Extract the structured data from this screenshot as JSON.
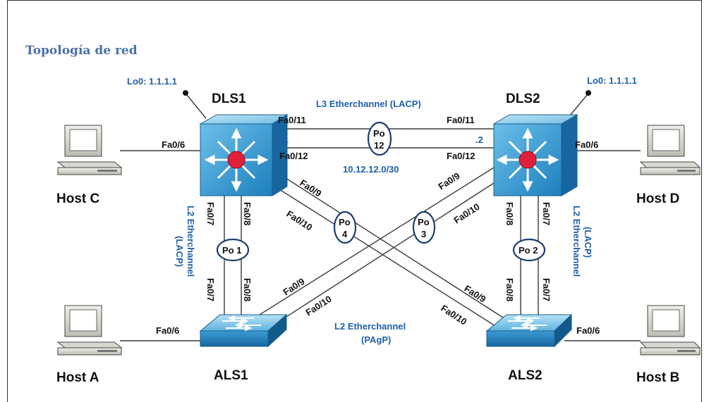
{
  "title": "Topología de red",
  "devices": {
    "dls1": "DLS1",
    "dls2": "DLS2",
    "als1": "ALS1",
    "als2": "ALS2",
    "host_a": "Host A",
    "host_b": "Host B",
    "host_c": "Host C",
    "host_d": "Host D"
  },
  "loopbacks": {
    "dls1": "Lo0: 1.1.1.1",
    "dls2": "Lo0: 1.1.1.1"
  },
  "links": {
    "l3_label": "L3 Etherchannel (LACP)",
    "l3_subnet": "10.12.12.0/30",
    "l3_ip_dls1": ".1",
    "l3_ip_dls2": ".2",
    "po12_a": "Po",
    "po12_b": "12",
    "po4_a": "Po",
    "po4_b": "4",
    "po3_a": "Po",
    "po3_b": "3",
    "po1": "Po 1",
    "po2": "Po 2",
    "pagp_l1": "L2 Etherchannel",
    "pagp_l2": "(PAgP)",
    "left_l1": "L2 Etherchannel",
    "left_l2": "(LACP)",
    "right_l1": "L2 Etherchannel",
    "right_l2": "(LACP)"
  },
  "ports": {
    "fa06": "Fa0/6",
    "fa07": "Fa0/7",
    "fa08": "Fa0/8",
    "fa09": "Fa0/9",
    "fa010": "Fa0/10",
    "fa011": "Fa0/11",
    "fa012": "Fa0/12"
  },
  "colors": {
    "switch_top": "#7ec8e8",
    "switch_front": "#2e8fc9",
    "switch_side": "#1a6da3",
    "label_blue": "#1f5fa8",
    "title_blue": "#4a6fa5"
  }
}
